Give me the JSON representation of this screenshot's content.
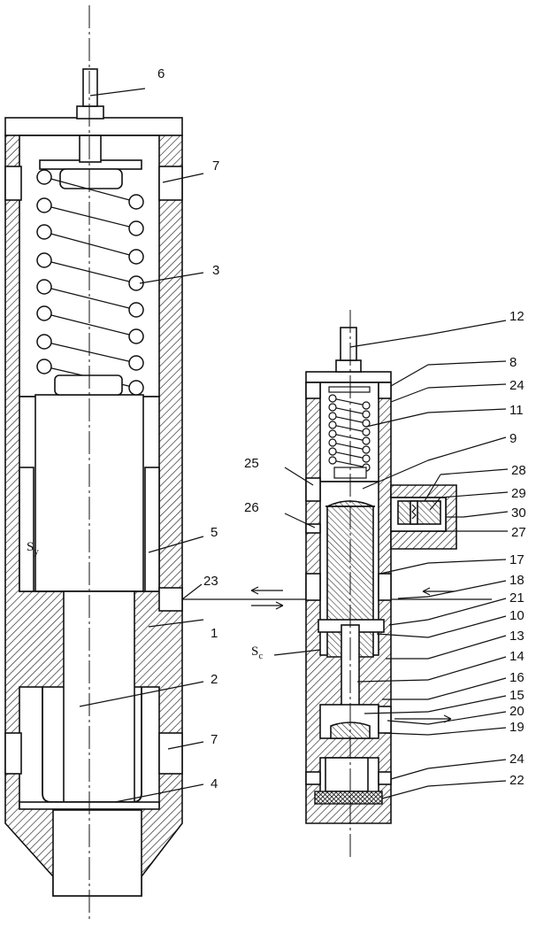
{
  "labels": {
    "l1": "1",
    "l2": "2",
    "l3": "3",
    "l4": "4",
    "l5": "5",
    "l6": "6",
    "l7a": "7",
    "l7b": "7",
    "l8": "8",
    "l9": "9",
    "l10": "10",
    "l11": "11",
    "l12": "12",
    "l13": "13",
    "l14": "14",
    "l15": "15",
    "l16": "16",
    "l17": "17",
    "l18": "18",
    "l19": "19",
    "l20": "20",
    "l21": "21",
    "l22": "22",
    "l23": "23",
    "l24a": "24",
    "l24b": "24",
    "l25": "25",
    "l26": "26",
    "l27": "27",
    "l28": "28",
    "l29": "29",
    "l30": "30"
  },
  "symbols": {
    "sy_main": "S",
    "sy_sub": "y",
    "sc_main": "S",
    "sc_sub": "c"
  }
}
